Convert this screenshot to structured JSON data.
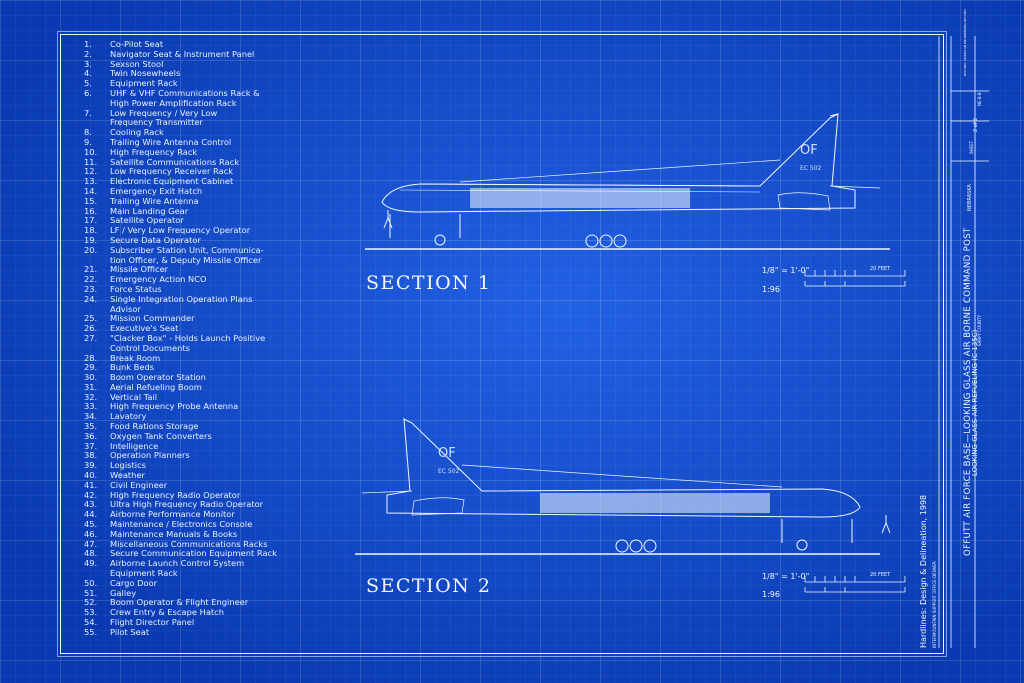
{
  "legend": [
    {
      "num": "1.",
      "lines": [
        "Co-Pilot Seat"
      ]
    },
    {
      "num": "2.",
      "lines": [
        "Navigator Seat & Instrument Panel"
      ]
    },
    {
      "num": "3.",
      "lines": [
        "Sexson Stool"
      ]
    },
    {
      "num": "4.",
      "lines": [
        "Twin Nosewheels"
      ]
    },
    {
      "num": "5.",
      "lines": [
        "Equipment Rack"
      ]
    },
    {
      "num": "6.",
      "lines": [
        "UHF & VHF Communications Rack &",
        "High Power Amplification Rack"
      ]
    },
    {
      "num": "7.",
      "lines": [
        "Low Frequency / Very Low",
        "Frequency Transmitter"
      ]
    },
    {
      "num": "8.",
      "lines": [
        "Cooling Rack"
      ]
    },
    {
      "num": "9.",
      "lines": [
        "Trailing Wire Antenna Control"
      ]
    },
    {
      "num": "10.",
      "lines": [
        "High Frequency Rack"
      ]
    },
    {
      "num": "11.",
      "lines": [
        "Satellite Communications Rack"
      ]
    },
    {
      "num": "12.",
      "lines": [
        "Low Frequency Receiver Rack"
      ]
    },
    {
      "num": "13.",
      "lines": [
        "Electronic Equipment Cabinet"
      ]
    },
    {
      "num": "14.",
      "lines": [
        "Emergency Exit Hatch"
      ]
    },
    {
      "num": "15.",
      "lines": [
        "Trailing Wire Antenna"
      ]
    },
    {
      "num": "16.",
      "lines": [
        "Main Landing Gear"
      ]
    },
    {
      "num": "17.",
      "lines": [
        "Satellite Operator"
      ]
    },
    {
      "num": "18.",
      "lines": [
        "LF / Very Low Frequency Operator"
      ]
    },
    {
      "num": "19.",
      "lines": [
        "Secure Data Operator"
      ]
    },
    {
      "num": "20.",
      "lines": [
        "Subscriber Station Unit, Communica-",
        "tion Officer, & Deputy Missile Officer"
      ]
    },
    {
      "num": "21.",
      "lines": [
        "Missile Officer"
      ]
    },
    {
      "num": "22.",
      "lines": [
        "Emergency Action NCO"
      ]
    },
    {
      "num": "23.",
      "lines": [
        "Force Status"
      ]
    },
    {
      "num": "24.",
      "lines": [
        "Single Integration Operation Plans",
        "Advisor"
      ]
    },
    {
      "num": "25.",
      "lines": [
        "Mission Commander"
      ]
    },
    {
      "num": "26.",
      "lines": [
        "Executive's Seat"
      ]
    },
    {
      "num": "27.",
      "lines": [
        "\"Clacker Box\" - Holds Launch Positive",
        "Control Documents"
      ]
    },
    {
      "num": "28.",
      "lines": [
        "Break Room"
      ]
    },
    {
      "num": "29.",
      "lines": [
        "Bunk Beds"
      ]
    },
    {
      "num": "30.",
      "lines": [
        "Boom Operator Station"
      ]
    },
    {
      "num": "31.",
      "lines": [
        "Aerial Refueling Boom"
      ]
    },
    {
      "num": "32.",
      "lines": [
        "Vertical Tail"
      ]
    },
    {
      "num": "33.",
      "lines": [
        "High Frequency Probe Antenna"
      ]
    },
    {
      "num": "34.",
      "lines": [
        "Lavatory"
      ]
    },
    {
      "num": "35.",
      "lines": [
        "Food Rations Storage"
      ]
    },
    {
      "num": "36.",
      "lines": [
        "Oxygen Tank Converters"
      ]
    },
    {
      "num": "37.",
      "lines": [
        "Intelligence"
      ]
    },
    {
      "num": "38.",
      "lines": [
        "Operation Planners"
      ]
    },
    {
      "num": "39.",
      "lines": [
        "Logistics"
      ]
    },
    {
      "num": "40.",
      "lines": [
        "Weather"
      ]
    },
    {
      "num": "41.",
      "lines": [
        "Civil Engineer"
      ]
    },
    {
      "num": "42.",
      "lines": [
        "High Frequency Radio Operator"
      ]
    },
    {
      "num": "43.",
      "lines": [
        "Ultra High Frequency Radio Operator"
      ]
    },
    {
      "num": "44.",
      "lines": [
        "Airborne Performance Monitor"
      ]
    },
    {
      "num": "45.",
      "lines": [
        "Maintenance / Electronics Console"
      ]
    },
    {
      "num": "46.",
      "lines": [
        "Maintenance Manuals & Books"
      ]
    },
    {
      "num": "47.",
      "lines": [
        "Miscellaneous Communications Racks"
      ]
    },
    {
      "num": "48.",
      "lines": [
        "Secure Communication Equipment Rack"
      ]
    },
    {
      "num": "49.",
      "lines": [
        "Airborne Launch Control System",
        "Equipment Rack"
      ]
    },
    {
      "num": "50.",
      "lines": [
        "Cargo Door"
      ]
    },
    {
      "num": "51.",
      "lines": [
        "Galley"
      ]
    },
    {
      "num": "52.",
      "lines": [
        "Boom Operator & Flight Engineer"
      ]
    },
    {
      "num": "53.",
      "lines": [
        "Crew Entry & Escape Hatch"
      ]
    },
    {
      "num": "54.",
      "lines": [
        "Flight Director Panel"
      ]
    },
    {
      "num": "55.",
      "lines": [
        "Pilot Seat"
      ]
    }
  ],
  "sections": {
    "one": {
      "title": "SECTION 1",
      "scale_ratio": "1/8\" = 1'-0\"",
      "scale_number": "1:96",
      "feet_label": "20 FEET"
    },
    "two": {
      "title": "SECTION 2",
      "scale_ratio": "1/8\" = 1'-0\"",
      "scale_number": "1:96",
      "feet_label": "20 FEET"
    }
  },
  "aircraft": {
    "tail_code": "OF",
    "tail_number": "EC 502"
  },
  "title_block": {
    "main_title": "OFFUTT AIR FORCE BASE—LOOKING GLASS AIR BORNE COMMAND POST",
    "subtitle": "LOOKING GLASS AIR REFUELING (C-135C)",
    "location": "SARPY COUNTY",
    "state": "NEBRASKA",
    "delineated_by": "Hardlines: Design & Delineation, 1998",
    "office": "INTERMOUNTAIN SUPPORT OFFICE-DENVER",
    "sheet_label": "SHEET",
    "sheet_number": "2 of 2",
    "survey_number": "NE-8-B",
    "agency": "HISTORIC AMERICAN ENGINEERING RECORD"
  },
  "colors": {
    "paper": "#0f4fd6",
    "ink": "#f2f7ff"
  }
}
